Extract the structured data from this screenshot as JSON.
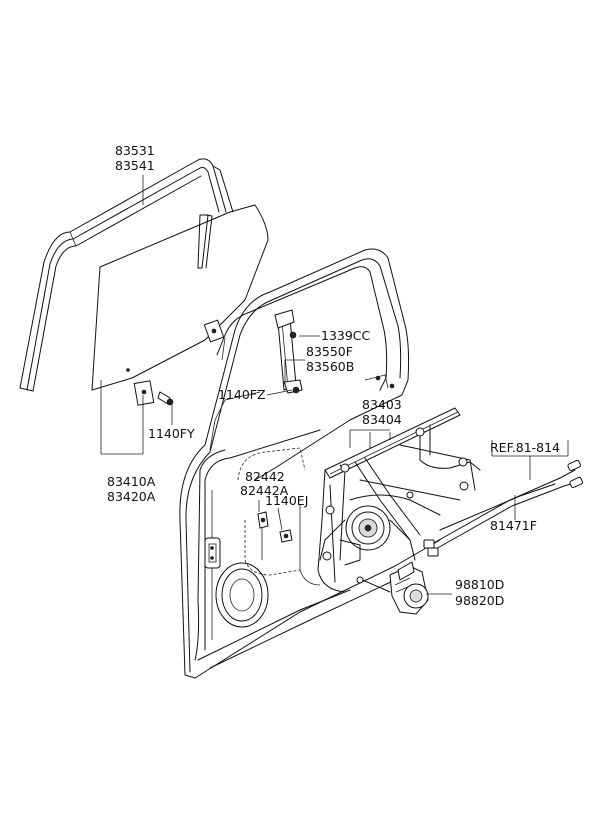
{
  "diagram": {
    "labels": {
      "weatherstrip_1": "83531",
      "weatherstrip_2": "83541",
      "bolt_1339cc": "1339CC",
      "channel_1": "83550F",
      "channel_2": "83560B",
      "bolt_1140fz": "1140FZ",
      "regulator_1": "83403",
      "regulator_2": "83404",
      "bolt_1140fy": "1140FY",
      "glass_1": "83410A",
      "glass_2": "83420A",
      "ref": "REF.81-814",
      "link_1": "82442",
      "link_2": "82442A",
      "bolt_1140ej": "1140EJ",
      "cable": "81471F",
      "motor_1": "98810D",
      "motor_2": "98820D"
    }
  }
}
